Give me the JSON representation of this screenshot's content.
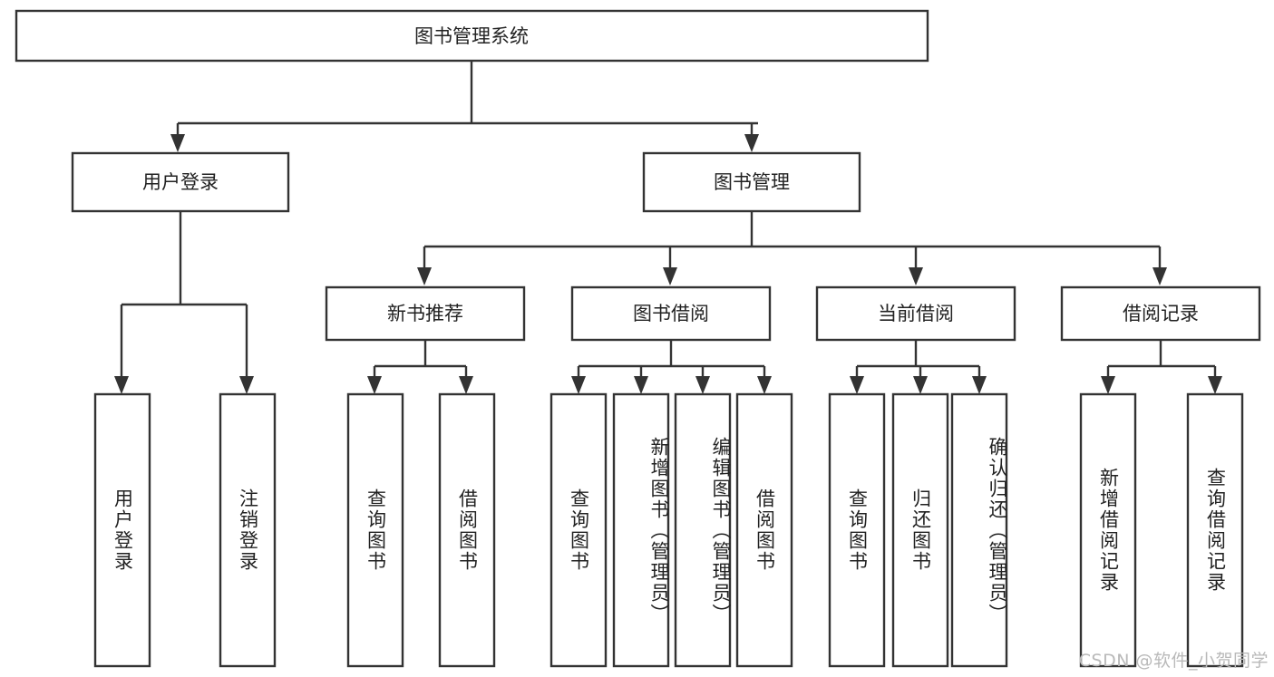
{
  "diagram": {
    "type": "hierarchy-tree",
    "title": "图书管理系统",
    "root": {
      "label": "图书管理系统",
      "orientation": "horizontal"
    },
    "level1": [
      {
        "label": "用户登录"
      },
      {
        "label": "图书管理"
      }
    ],
    "level2": [
      {
        "label": "新书推荐"
      },
      {
        "label": "图书借阅"
      },
      {
        "label": "当前借阅"
      },
      {
        "label": "借阅记录"
      }
    ],
    "leaves": {
      "user_login": [
        {
          "label": "用户登录"
        },
        {
          "label": "注销登录"
        }
      ],
      "new_book_recommend": [
        {
          "label": "查询图书"
        },
        {
          "label": "借阅图书"
        }
      ],
      "book_borrow": [
        {
          "label": "查询图书"
        },
        {
          "label": "新增图书（管理员）"
        },
        {
          "label": "编辑图书（管理员）"
        },
        {
          "label": "借阅图书"
        }
      ],
      "current_borrow": [
        {
          "label": "查询图书"
        },
        {
          "label": "归还图书"
        },
        {
          "label": "确认归还（管理员）"
        }
      ],
      "borrow_record": [
        {
          "label": "新增借阅记录"
        },
        {
          "label": "查询借阅记录"
        }
      ]
    },
    "colors": {
      "stroke": "#333333",
      "fill": "#ffffff",
      "text": "#222222",
      "watermark": "#b9b9b9"
    }
  },
  "watermark": {
    "text": "CSDN @软件_小贺同学"
  }
}
